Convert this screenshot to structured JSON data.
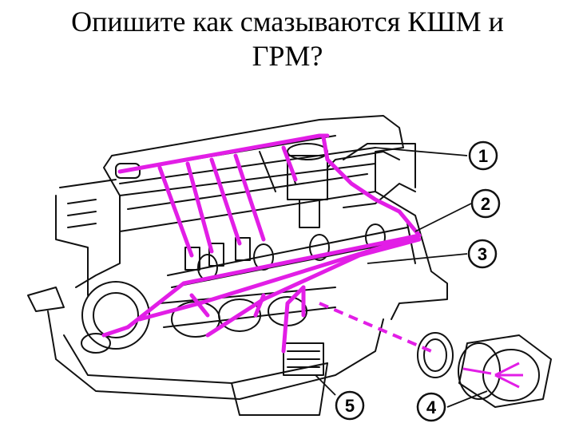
{
  "slide": {
    "title_line1": "Опишите как смазываются КШМ и",
    "title_line2": "ГРМ?"
  },
  "diagram": {
    "callouts": [
      "1",
      "2",
      "3",
      "4",
      "5"
    ],
    "colors": {
      "oil_path": "#e21ee6",
      "line_art": "#111111"
    }
  }
}
